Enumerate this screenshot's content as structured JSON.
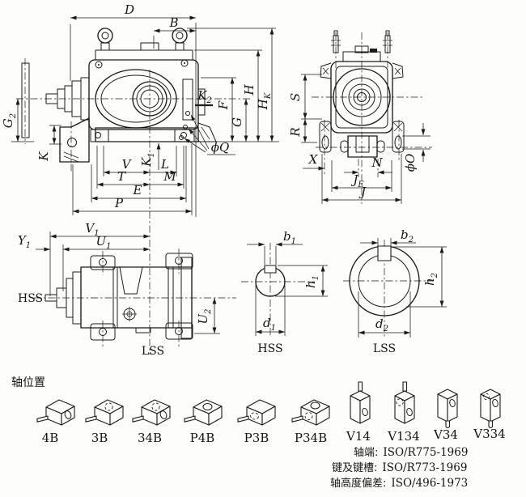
{
  "colors": {
    "ink": "#1b1b1b",
    "paper": "#fdfdfb"
  },
  "front_view": {
    "dims": {
      "D": "D",
      "B": "B",
      "K2": {
        "main": "K",
        "sub": "2"
      },
      "F": "F",
      "G": "G",
      "H": "H",
      "HK": {
        "main": "H",
        "sub": "K"
      },
      "G2": {
        "main": "G",
        "sub": "2"
      },
      "K": "K",
      "K1": {
        "main": "K",
        "sub": "1"
      },
      "V": "V",
      "L": "L",
      "T": "T",
      "M": "M",
      "E": "E",
      "P": "P",
      "phiQ": "ϕQ"
    }
  },
  "side_view": {
    "dims": {
      "S": "S",
      "R": "R",
      "X": "X",
      "N": "N",
      "phiO": "ϕO",
      "JE": {
        "main": "J",
        "sub": "E"
      },
      "J": "J"
    }
  },
  "plan_view": {
    "dims": {
      "Y1": {
        "main": "Y",
        "sub": "1"
      },
      "V1": {
        "main": "V",
        "sub": "1"
      },
      "U1": {
        "main": "U",
        "sub": "1"
      },
      "U2": {
        "main": "U",
        "sub": "2"
      }
    },
    "hss_label": "HSS",
    "lss_label": "LSS"
  },
  "sections": {
    "hss": {
      "label": "HSS",
      "b": {
        "main": "b",
        "sub": "1"
      },
      "h": {
        "main": "h",
        "sub": "1"
      },
      "d": {
        "main": "d",
        "sub": "1"
      }
    },
    "lss": {
      "label": "LSS",
      "b": {
        "main": "b",
        "sub": "2"
      },
      "h": {
        "main": "h",
        "sub": "2"
      },
      "d": {
        "main": "d",
        "sub": "2"
      }
    }
  },
  "shaft_positions": {
    "title": "轴位置",
    "items": [
      {
        "label": "4B"
      },
      {
        "label": "3B"
      },
      {
        "label": "34B"
      },
      {
        "label": "P4B"
      },
      {
        "label": "P3B"
      },
      {
        "label": "P34B"
      },
      {
        "label": "V14"
      },
      {
        "label": "V134"
      },
      {
        "label": "V34"
      },
      {
        "label": "V334"
      }
    ]
  },
  "standards": [
    {
      "label": "轴端:",
      "value": "ISO/R775-1969"
    },
    {
      "label": "键及键槽:",
      "value": "ISO/R773-1969"
    },
    {
      "label": "轴高度偏差:",
      "value": "ISO/496-1973"
    }
  ]
}
